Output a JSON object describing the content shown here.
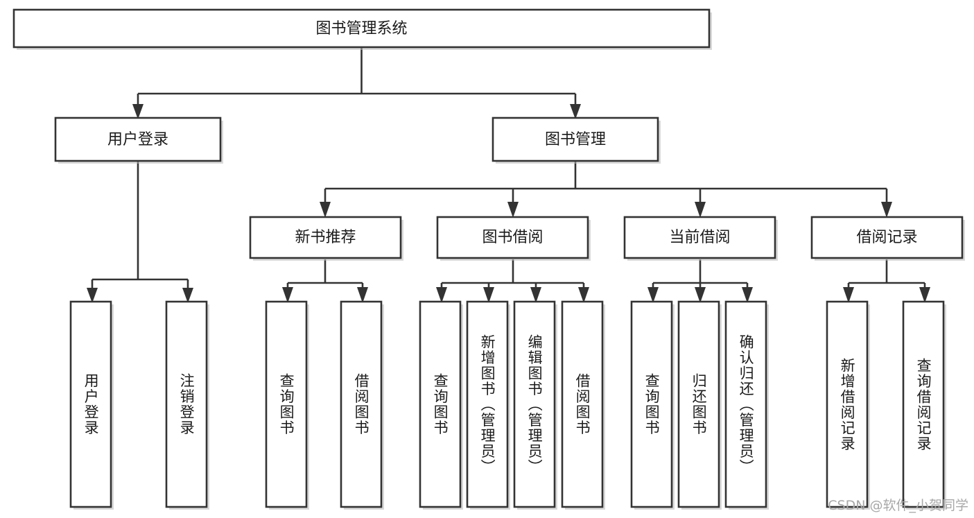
{
  "diagram": {
    "type": "tree",
    "title": "图书管理系统",
    "watermark": "CSDN @软件_小贺同学",
    "root": {
      "label": "图书管理系统"
    },
    "level2": [
      {
        "id": "user-login",
        "label": "用户登录"
      },
      {
        "id": "book-manage",
        "label": "图书管理"
      }
    ],
    "level3": [
      {
        "id": "new-book-recommend",
        "label": "新书推荐",
        "parent": "book-manage"
      },
      {
        "id": "book-borrow",
        "label": "图书借阅",
        "parent": "book-manage"
      },
      {
        "id": "current-borrow",
        "label": "当前借阅",
        "parent": "book-manage"
      },
      {
        "id": "borrow-record",
        "label": "借阅记录",
        "parent": "book-manage"
      }
    ],
    "leaves": [
      {
        "id": "leaf-user-login",
        "label": "用户登录",
        "parent": "user-login"
      },
      {
        "id": "leaf-logout-login",
        "label": "注销登录",
        "parent": "user-login"
      },
      {
        "id": "leaf-query-book-1",
        "label": "查询图书",
        "parent": "new-book-recommend"
      },
      {
        "id": "leaf-borrow-book-1",
        "label": "借阅图书",
        "parent": "new-book-recommend"
      },
      {
        "id": "leaf-query-book-2",
        "label": "查询图书",
        "parent": "book-borrow"
      },
      {
        "id": "leaf-add-book",
        "label": "新增图书（管理员）",
        "parent": "book-borrow"
      },
      {
        "id": "leaf-edit-book",
        "label": "编辑图书（管理员）",
        "parent": "book-borrow"
      },
      {
        "id": "leaf-borrow-book-2",
        "label": "借阅图书",
        "parent": "book-borrow"
      },
      {
        "id": "leaf-query-book-3",
        "label": "查询图书",
        "parent": "current-borrow"
      },
      {
        "id": "leaf-return-book",
        "label": "归还图书",
        "parent": "current-borrow"
      },
      {
        "id": "leaf-confirm-return",
        "label": "确认归还（管理员）",
        "parent": "current-borrow"
      },
      {
        "id": "leaf-add-record",
        "label": "新增借阅记录",
        "parent": "borrow-record"
      },
      {
        "id": "leaf-query-record",
        "label": "查询借阅记录",
        "parent": "borrow-record"
      }
    ],
    "colors": {
      "box_stroke": "#333333",
      "box_fill": "#ffffff",
      "text": "#1a1a1a",
      "watermark": "#a8a8a8",
      "background": "#ffffff"
    }
  }
}
